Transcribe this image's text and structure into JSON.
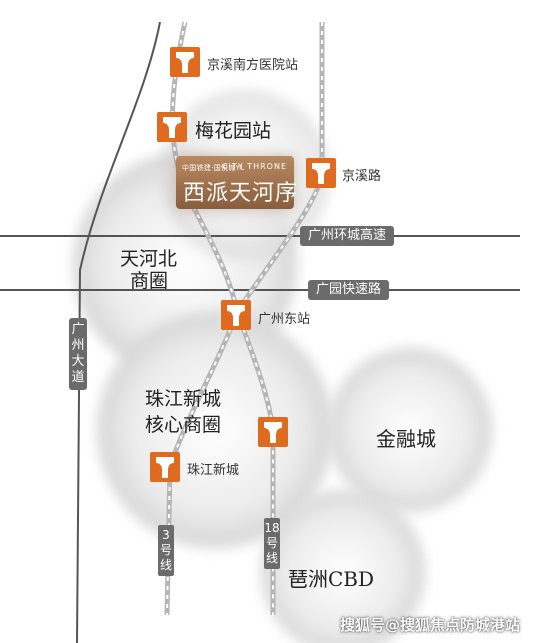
{
  "colors": {
    "metro": "#e06a1e",
    "road": "#6b6b6b",
    "rail": "#b5b5b5",
    "project": "#9a6b48"
  },
  "stations": {
    "nanfang": "京溪南方医院站",
    "meihuayuan": "梅花园站",
    "jingxilu": "京溪路",
    "guangzhou_east": "广州东站",
    "zhujiang_new_town": "珠江新城"
  },
  "project": {
    "top_text": "中国铁建·国悦城YL",
    "city_text": "CITY THRONE",
    "name": "西派天河序"
  },
  "roads": {
    "ring": "广州环城高速",
    "guangyuan": "广园快速路",
    "guangzhou_avenue": "广州大道"
  },
  "districts": {
    "tianhe_north": [
      "天河北",
      "商圈"
    ],
    "zhujiang_core": [
      "珠江新城",
      "核心商圈"
    ],
    "finance_city": "金融城",
    "pazhou": "琶洲CBD"
  },
  "lines": {
    "line3": "3号线",
    "line18": "18号线"
  },
  "icons": [
    "metro-icon"
  ],
  "watermark": "搜狐号@搜狐焦点防城港站"
}
